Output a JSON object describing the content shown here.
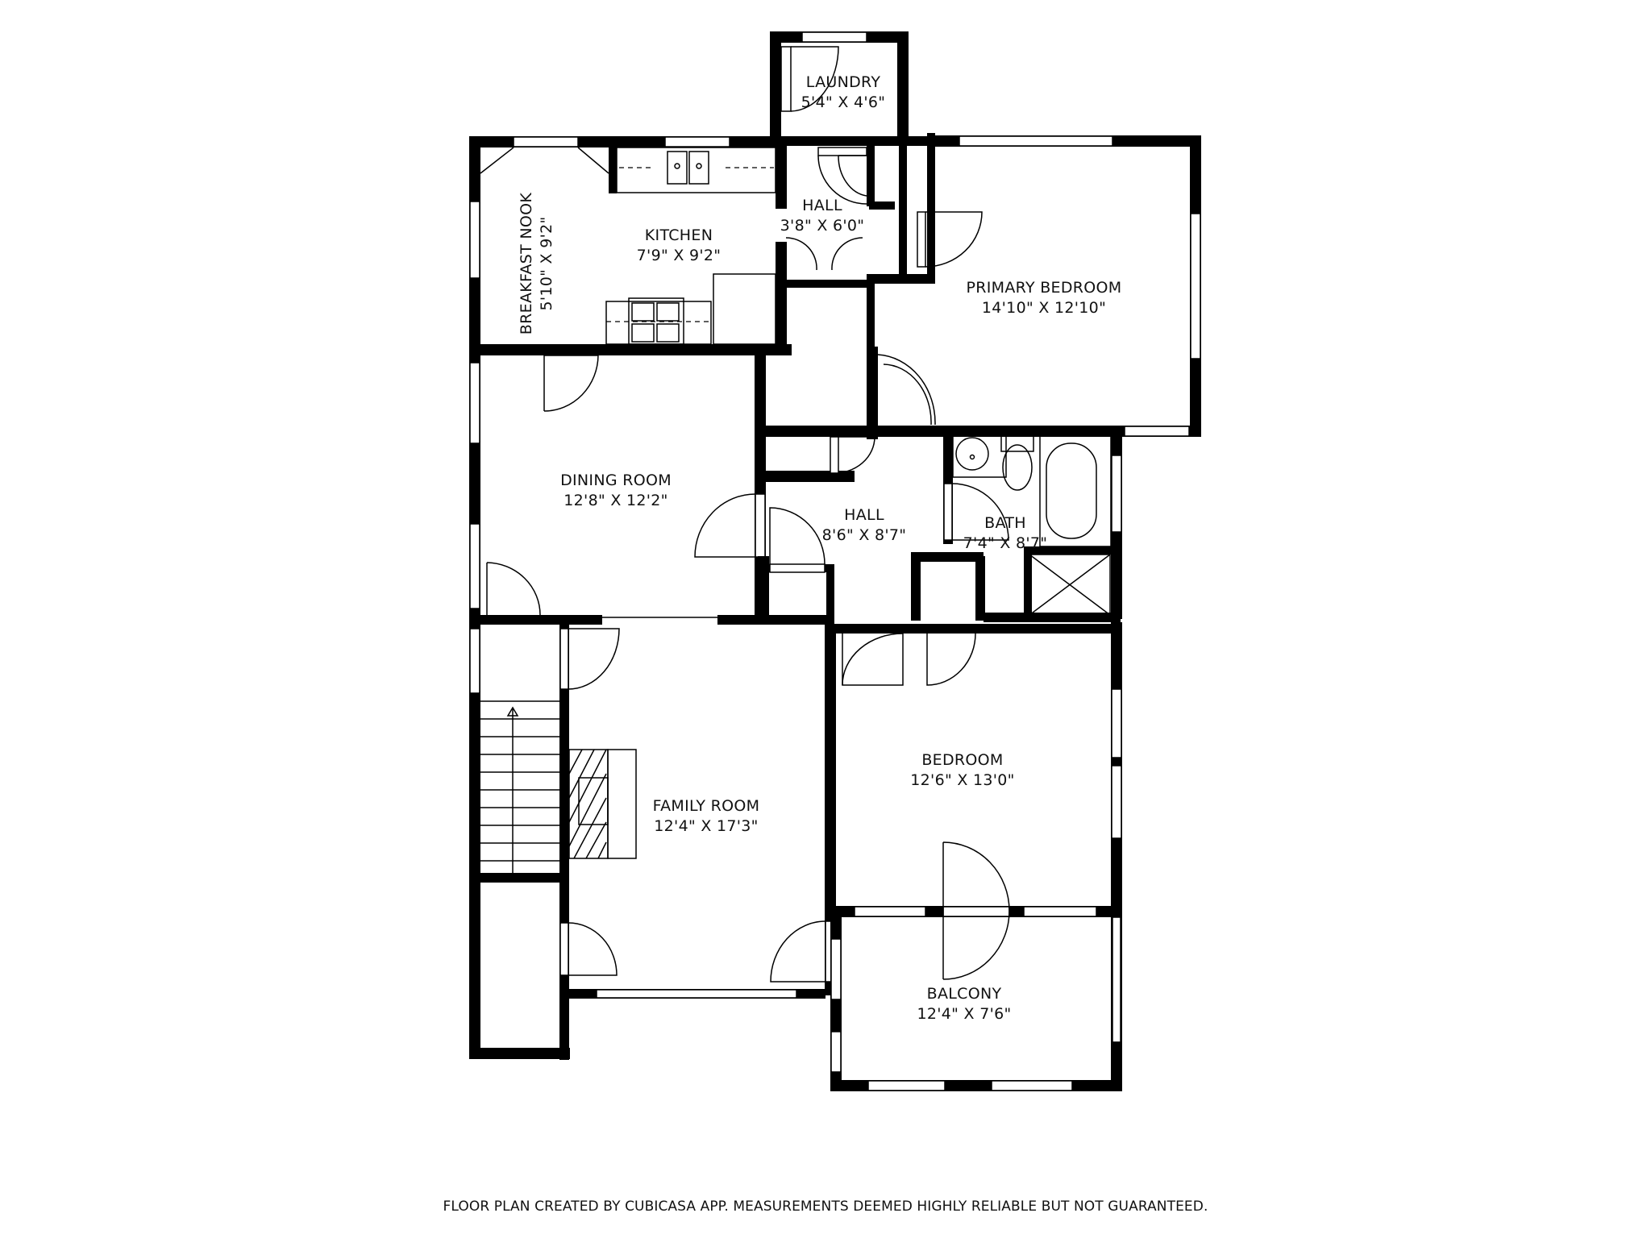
{
  "floor_plan": {
    "rooms": [
      {
        "id": "laundry",
        "name": "LAUNDRY",
        "dimensions": "5'4\" X 4'6\""
      },
      {
        "id": "breakfast_nook",
        "name": "BREAKFAST NOOK",
        "dimensions": "5'10\" X 9'2\""
      },
      {
        "id": "kitchen",
        "name": "KITCHEN",
        "dimensions": "7'9\" X 9'2\""
      },
      {
        "id": "hall_upper",
        "name": "HALL",
        "dimensions": "3'8\" X 6'0\""
      },
      {
        "id": "primary_bedroom",
        "name": "PRIMARY BEDROOM",
        "dimensions": "14'10\" X 12'10\""
      },
      {
        "id": "dining_room",
        "name": "DINING ROOM",
        "dimensions": "12'8\" X 12'2\""
      },
      {
        "id": "hall_middle",
        "name": "HALL",
        "dimensions": "8'6\" X 8'7\""
      },
      {
        "id": "bath",
        "name": "BATH",
        "dimensions": "7'4\" X 8'7\""
      },
      {
        "id": "family_room",
        "name": "FAMILY ROOM",
        "dimensions": "12'4\" X 17'3\""
      },
      {
        "id": "bedroom",
        "name": "BEDROOM",
        "dimensions": "12'6\" X 13'0\""
      },
      {
        "id": "balcony",
        "name": "BALCONY",
        "dimensions": "12'4\" X 7'6\""
      }
    ],
    "fixtures": [
      "double-sink-icon",
      "stove-icon",
      "bathroom-sink-icon",
      "toilet-icon",
      "bathtub-icon",
      "shower-icon",
      "fireplace-icon",
      "stairs-icon"
    ]
  },
  "footer": {
    "disclaimer": "FLOOR PLAN CREATED BY CUBICASA APP. MEASUREMENTS DEEMED HIGHLY RELIABLE BUT NOT GUARANTEED."
  }
}
